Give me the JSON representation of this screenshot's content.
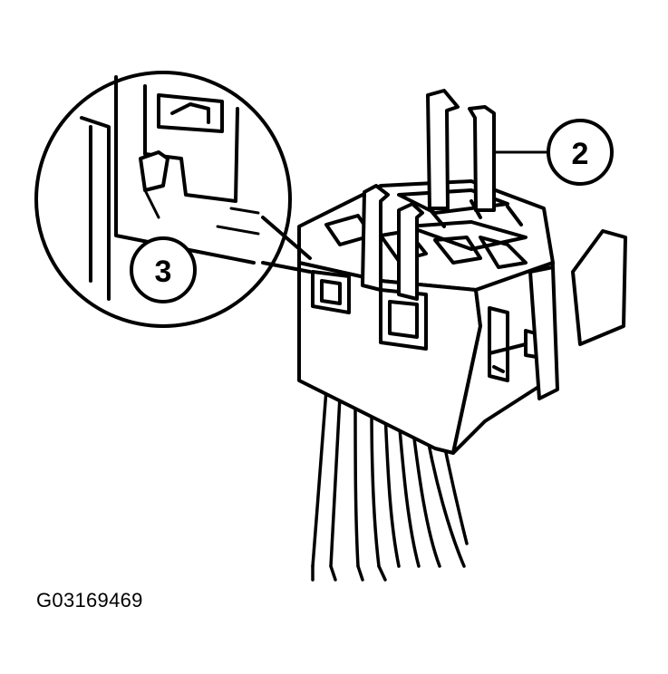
{
  "figure": {
    "id": "G03169469",
    "line_color": "#000000",
    "background": "#ffffff"
  },
  "callouts": {
    "release_tabs": "2",
    "locking_catch": "3"
  },
  "icons": {
    "direction_arrow": "up-arrow-icon",
    "magnifier": "detail-magnifier-icon"
  }
}
